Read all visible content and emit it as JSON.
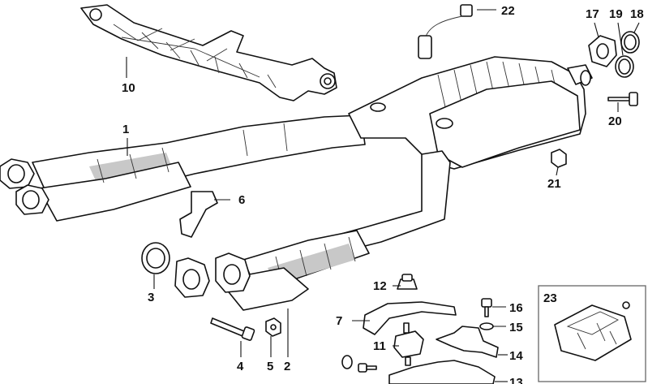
{
  "callouts": {
    "c1": "1",
    "c2": "2",
    "c3": "3",
    "c4": "4",
    "c5": "5",
    "c6": "6",
    "c7": "7",
    "c10": "10",
    "c11": "11",
    "c12": "12",
    "c13": "13",
    "c14": "14",
    "c15": "15",
    "c16": "16",
    "c17": "17",
    "c18": "18",
    "c19": "19",
    "c20": "20",
    "c21": "21",
    "c22": "22",
    "c23": "23"
  }
}
